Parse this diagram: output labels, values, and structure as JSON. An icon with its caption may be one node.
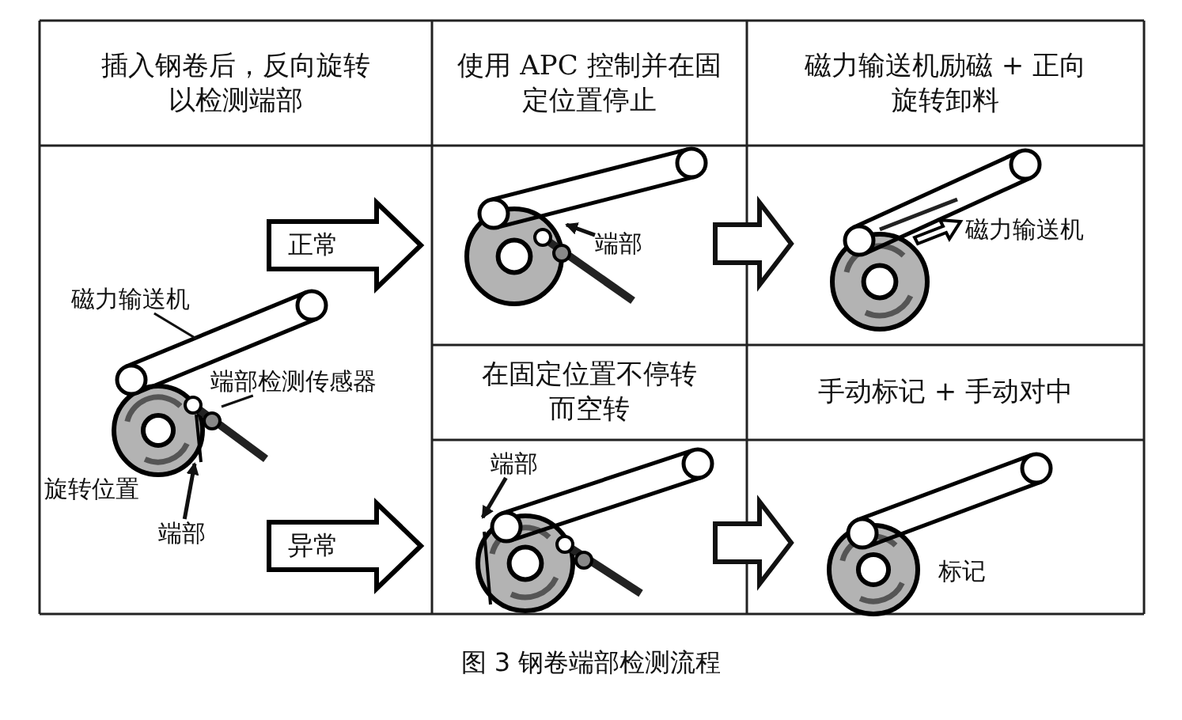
{
  "diagram": {
    "caption": "图 3 钢卷端部检测流程",
    "nodes": [
      {
        "text": [
          "插入钢卷后，反向旋转以检测端部"
        ]
      },
      {
        "text": [
          "使用 APC 控制并在固定位置停止"
        ]
      },
      {
        "text": [
          "磁力输送机励磁 + 正向旋转卸料"
        ]
      },
      {
        "text": [
          "正常"
        ]
      },
      {
        "text": [],
        "shape": "picture"
      },
      {
        "text": [],
        "shape": "picture"
      },
      {
        "text": [
          "在固定位置不停转而空转"
        ]
      },
      {
        "text": [
          "手动标记 + 手动对中"
        ]
      },
      {
        "text": [
          "异常"
        ]
      },
      {
        "text": [],
        "shape": "picture"
      },
      {
        "text": [],
        "shape": "picture"
      },
      {
        "text": [
          "磁力输送机"
        ]
      },
      {
        "text": [
          "端部检测传感器"
        ]
      },
      {
        "text": [
          "端部"
        ]
      },
      {
        "text": [
          "端部"
        ],
        "in": 4
      },
      {
        "text": [
          "端部"
        ],
        "in": 9
      }
    ],
    "edges": [
      {
        "from": 4,
        "to": 5,
        "arrow": "to"
      },
      {
        "from": 9,
        "to": 10,
        "arrow": "to"
      },
      {
        "from": 11,
        "to": null,
        "arrow": "none"
      },
      {
        "from": 12,
        "to": null,
        "arrow": "none"
      },
      {
        "from": 13,
        "to": null,
        "arrow": "to"
      },
      {
        "from": 14,
        "to": null,
        "arrow": "to"
      },
      {
        "from": 15,
        "to": null,
        "arrow": "to"
      }
    ],
    "labels": [
      "旋转位置",
      "磁力输送机",
      "标记"
    ]
  }
}
